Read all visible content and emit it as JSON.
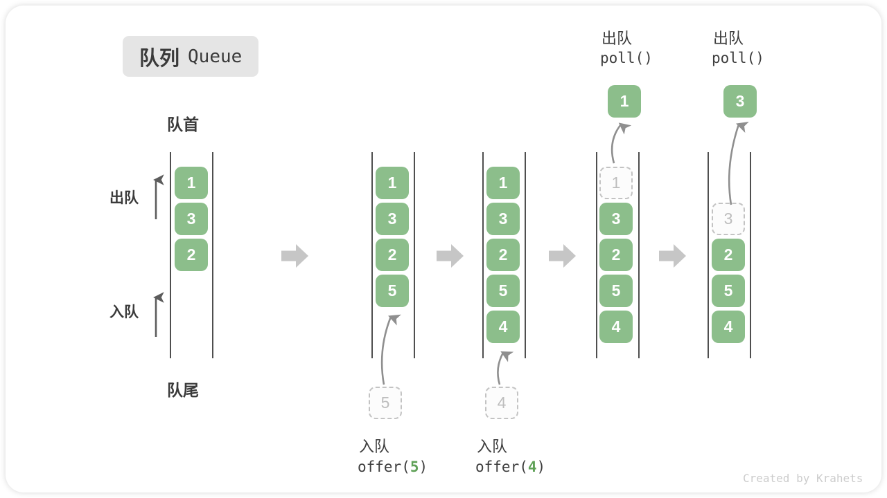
{
  "title": {
    "zh": "队列",
    "en": "Queue"
  },
  "side_labels": {
    "front": "队首",
    "rear": "队尾",
    "dequeue": "出队",
    "enqueue": "入队"
  },
  "operations": {
    "enqueue_5": {
      "label": "入队",
      "code_prefix": "offer(",
      "arg": "5",
      "code_suffix": ")"
    },
    "enqueue_4": {
      "label": "入队",
      "code_prefix": "offer(",
      "arg": "4",
      "code_suffix": ")"
    },
    "dequeue_1": {
      "label": "出队",
      "code": "poll()"
    },
    "dequeue_3": {
      "label": "出队",
      "code": "poll()"
    }
  },
  "queue_states": [
    {
      "name": "initial",
      "cells": [
        {
          "row": 0,
          "value": "1",
          "type": "solid"
        },
        {
          "row": 1,
          "value": "3",
          "type": "solid"
        },
        {
          "row": 2,
          "value": "2",
          "type": "solid"
        }
      ]
    },
    {
      "name": "after-offer-5",
      "cells": [
        {
          "row": 0,
          "value": "1",
          "type": "solid"
        },
        {
          "row": 1,
          "value": "3",
          "type": "solid"
        },
        {
          "row": 2,
          "value": "2",
          "type": "solid"
        },
        {
          "row": 3,
          "value": "5",
          "type": "solid"
        }
      ],
      "pending": "5"
    },
    {
      "name": "after-offer-4",
      "cells": [
        {
          "row": 0,
          "value": "1",
          "type": "solid"
        },
        {
          "row": 1,
          "value": "3",
          "type": "solid"
        },
        {
          "row": 2,
          "value": "2",
          "type": "solid"
        },
        {
          "row": 3,
          "value": "5",
          "type": "solid"
        },
        {
          "row": 4,
          "value": "4",
          "type": "solid"
        }
      ],
      "pending": "4"
    },
    {
      "name": "after-poll-1",
      "cells": [
        {
          "row": 0,
          "value": "1",
          "type": "ghost"
        },
        {
          "row": 1,
          "value": "3",
          "type": "solid"
        },
        {
          "row": 2,
          "value": "2",
          "type": "solid"
        },
        {
          "row": 3,
          "value": "5",
          "type": "solid"
        },
        {
          "row": 4,
          "value": "4",
          "type": "solid"
        }
      ],
      "polled": "1"
    },
    {
      "name": "after-poll-3",
      "cells": [
        {
          "row": 1,
          "value": "3",
          "type": "ghost"
        },
        {
          "row": 2,
          "value": "2",
          "type": "solid"
        },
        {
          "row": 3,
          "value": "5",
          "type": "solid"
        },
        {
          "row": 4,
          "value": "4",
          "type": "solid"
        }
      ],
      "polled": "3"
    }
  ],
  "watermark": "Created by Krahets",
  "colors": {
    "cell_green": "#8CBE8B",
    "code_arg_green": "#5FA157",
    "block_arrow_gray": "#c6c6c6",
    "curve_arrow_gray": "#8f8f8f",
    "title_bg": "#e5e5e5"
  }
}
